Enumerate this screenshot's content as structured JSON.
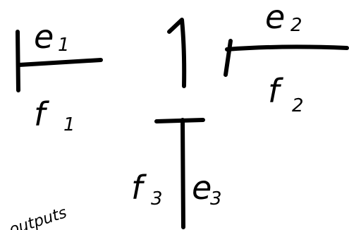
{
  "labels": {
    "e1": {
      "base": "e",
      "sub": "1"
    },
    "f1": {
      "base": "f",
      "sub": "1"
    },
    "node_center": "1",
    "e2": {
      "base": "e",
      "sub": "2"
    },
    "f2": {
      "base": "f",
      "sub": "2"
    },
    "f3": {
      "base": "f",
      "sub": "3"
    },
    "e3": {
      "base": "e",
      "sub": "3"
    },
    "outputs_note": "outputs"
  },
  "colors": {
    "ink": "#000000",
    "background": "#ffffff"
  }
}
